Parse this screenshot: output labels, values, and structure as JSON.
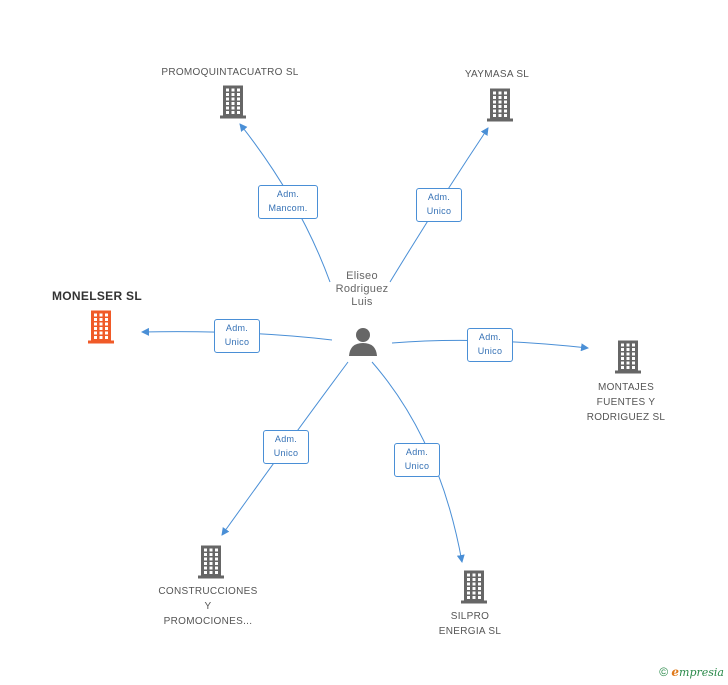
{
  "center": {
    "lines": [
      "Eliseo",
      "Rodriguez",
      "Luis"
    ],
    "icon": "person-icon",
    "color": "#666666"
  },
  "companies": [
    {
      "id": "promoquintacuatro",
      "lines": [
        "PROMOQUINTACUATRO SL"
      ],
      "color": "#666666"
    },
    {
      "id": "yaymasa",
      "lines": [
        "YAYMASA SL"
      ],
      "color": "#666666"
    },
    {
      "id": "monelser",
      "lines": [
        "MONELSER SL"
      ],
      "color": "#f05a28",
      "focal": true
    },
    {
      "id": "montajes",
      "lines": [
        "MONTAJES",
        "FUENTES Y",
        "RODRIGUEZ SL"
      ],
      "color": "#666666"
    },
    {
      "id": "construcciones",
      "lines": [
        "CONSTRUCCIONES",
        "Y",
        "PROMOCIONES..."
      ],
      "color": "#666666"
    },
    {
      "id": "silpro",
      "lines": [
        "SILPRO",
        "ENERGIA SL"
      ],
      "color": "#666666"
    }
  ],
  "relations": [
    {
      "target": "promoquintacuatro",
      "lines": [
        "Adm.",
        "Mancom."
      ]
    },
    {
      "target": "yaymasa",
      "lines": [
        "Adm.",
        "Unico"
      ]
    },
    {
      "target": "monelser",
      "lines": [
        "Adm.",
        "Unico"
      ]
    },
    {
      "target": "montajes",
      "lines": [
        "Adm.",
        "Unico"
      ]
    },
    {
      "target": "construcciones",
      "lines": [
        "Adm.",
        "Unico"
      ]
    },
    {
      "target": "silpro",
      "lines": [
        "Adm.",
        "Unico"
      ]
    }
  ],
  "edge_color": "#4a8fd6",
  "footer": {
    "copyright": "©",
    "brand_initial": "e",
    "brand_rest": "mpresia"
  }
}
